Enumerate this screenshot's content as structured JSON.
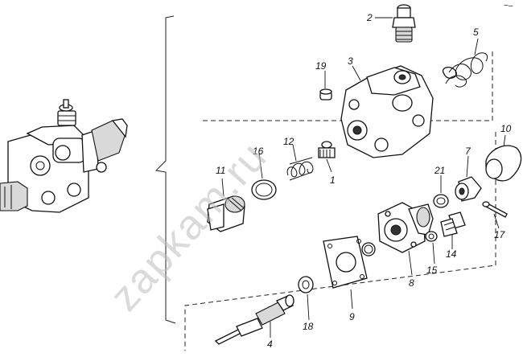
{
  "watermark": "zapkam.ru",
  "corner_mark": "~–",
  "parts": [
    {
      "id": "p1",
      "number": "1"
    },
    {
      "id": "p2",
      "number": "2"
    },
    {
      "id": "p3",
      "number": "3"
    },
    {
      "id": "p4",
      "number": "4"
    },
    {
      "id": "p5",
      "number": "5"
    },
    {
      "id": "p7",
      "number": "7"
    },
    {
      "id": "p8",
      "number": "8"
    },
    {
      "id": "p9",
      "number": "9"
    },
    {
      "id": "p10",
      "number": "10"
    },
    {
      "id": "p11",
      "number": "11"
    },
    {
      "id": "p12",
      "number": "12"
    },
    {
      "id": "p14",
      "number": "14"
    },
    {
      "id": "p15",
      "number": "15"
    },
    {
      "id": "p16",
      "number": "16"
    },
    {
      "id": "p17",
      "number": "17"
    },
    {
      "id": "p18",
      "number": "18"
    },
    {
      "id": "p19",
      "number": "19"
    },
    {
      "id": "p21",
      "number": "21"
    }
  ]
}
